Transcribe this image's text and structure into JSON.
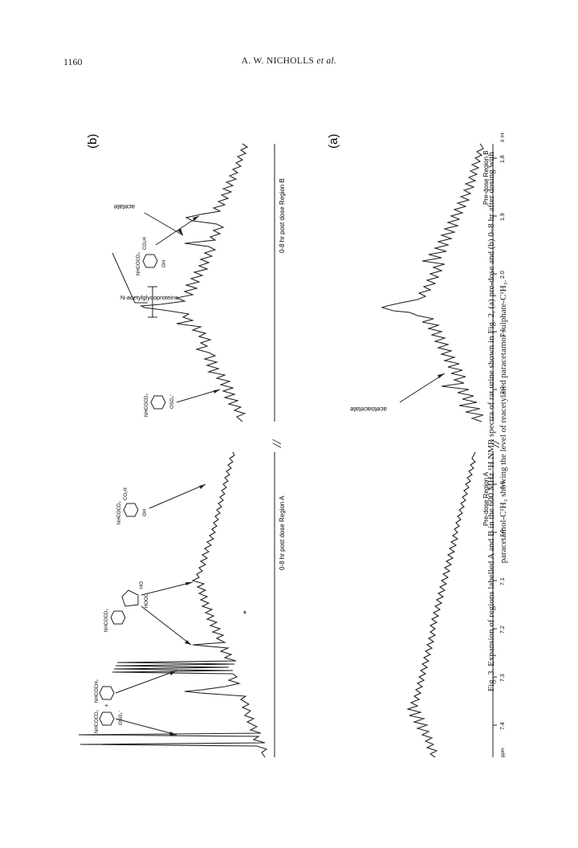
{
  "header": {
    "page_number": "1160",
    "authors": "A. W. NICHOLLS",
    "et_al": "et al."
  },
  "figure": {
    "panel_labels": {
      "b": "(b)",
      "a": "(a)"
    },
    "region_labels": {
      "b_region_a": "0-8 hr post dose Region A",
      "b_region_b": "0-8 hr post dose Region B",
      "a_region_a": "Pre-dose Region A",
      "a_region_b": "Pre-dose Region B"
    },
    "axis_unit": "ppm",
    "axis_unit_b": "δ ¹H",
    "ticks_region_a": [
      "7.4",
      "7.3",
      "7.2",
      "7.1",
      "7.0",
      "6.9"
    ],
    "ticks_region_b": [
      "2.2",
      "2.1",
      "2.0",
      "1.9",
      "1.8"
    ],
    "annotations": {
      "n_acetylglycoproteins": "N-acetylglycoproteins",
      "acetate": "acetate",
      "acetoacetate": "acetoacetate",
      "asterisk": "*"
    },
    "structure_labels": {
      "nhcocd3": "NHCOCD₃",
      "nhcoch3": "NHCOCH₃",
      "oso3": "OSO₃⁻",
      "oh": "OH",
      "co2h": "CO₂H",
      "hooc": "HOOC",
      "ho": "HO"
    },
    "axis_break": "//"
  },
  "caption": {
    "line1": "Fig. 3. Expansion of regions labelled A and B in the 600 MHz ¹H NMR spectra of rat urine shown in Fig. 2, (a) pre-dose and (b) 0–8 hr after dosing with",
    "line2": "paracetamol-C²H₃ showing the level of reacetylated paracetamol sulphate-C¹H₃."
  }
}
